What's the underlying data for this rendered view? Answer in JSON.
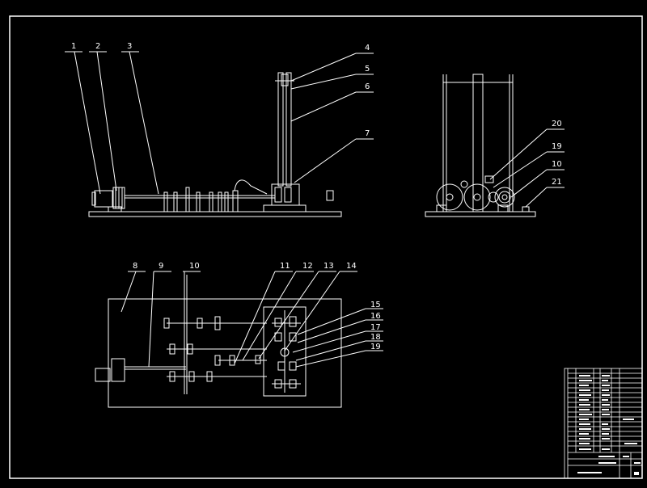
{
  "colors": {
    "background": "#000000",
    "line": "#ffffff",
    "accent": "#00c8ff"
  },
  "labels": {
    "front": [
      "1",
      "2",
      "3",
      "4",
      "5",
      "6",
      "7"
    ],
    "side": [
      "20",
      "19",
      "10",
      "21"
    ],
    "plan_top": [
      "8",
      "9",
      "10",
      "11",
      "12",
      "13",
      "14"
    ],
    "plan_right": [
      "15",
      "16",
      "17",
      "18",
      "19"
    ]
  }
}
